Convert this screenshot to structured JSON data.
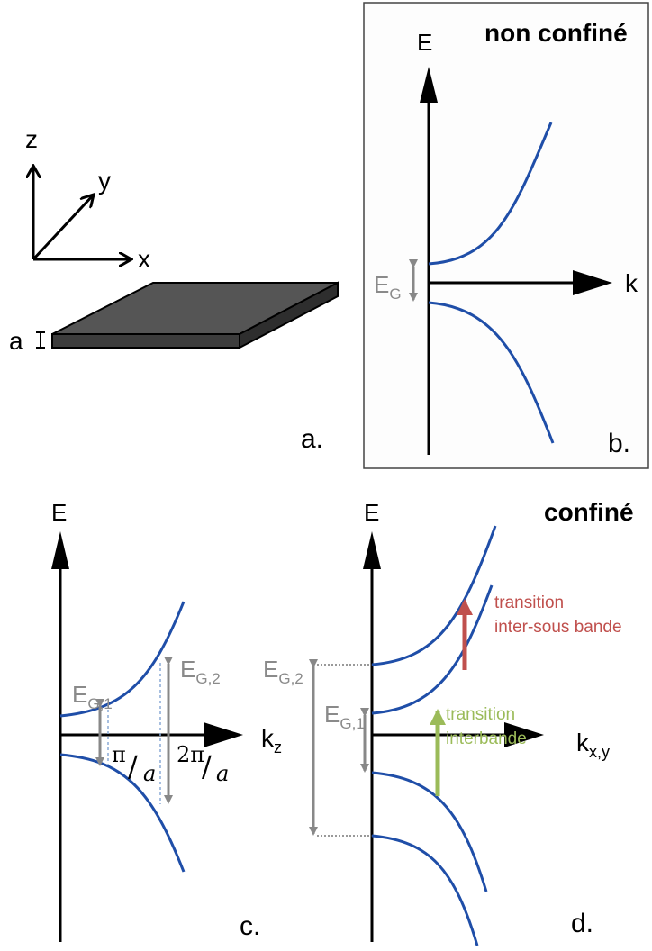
{
  "panel_a": {
    "axis_z": "z",
    "axis_y": "y",
    "axis_x": "x",
    "thickness": "a",
    "letter": "a."
  },
  "panel_b": {
    "title": "non confiné",
    "axis_e": "E",
    "axis_k": "k",
    "gap_main": "E",
    "gap_sub": "G",
    "letter": "b."
  },
  "panel_c": {
    "axis_e": "E",
    "axis_k_main": "k",
    "axis_k_sub": "z",
    "gap1_main": "E",
    "gap1_sub": "G,1",
    "gap2_main": "E",
    "gap2_sub": "G,2",
    "pi_num": "π",
    "pi_den": "a",
    "twopi_num": "2π",
    "twopi_den": "a",
    "letter": "c."
  },
  "panel_d": {
    "title": "confiné",
    "axis_e": "E",
    "axis_k_main": "k",
    "axis_k_sub": "x,y",
    "gap1_main": "E",
    "gap1_sub": "G,1",
    "gap2_main": "E",
    "gap2_sub": "G,2",
    "transition_inter_sub_line1": "transition",
    "transition_inter_sub_line2": "inter-sous bande",
    "transition_inter_band_line1": "transition",
    "transition_inter_band_line2": "interbande",
    "letter": "d."
  },
  "colors": {
    "band": "#1f4ea8",
    "gap_label": "#8a8a8a",
    "inter_sub_arrow": "#c0504d",
    "inter_band_arrow": "#9bbb59",
    "slab_top": "#555555",
    "slab_front": "#3c3c3c"
  }
}
